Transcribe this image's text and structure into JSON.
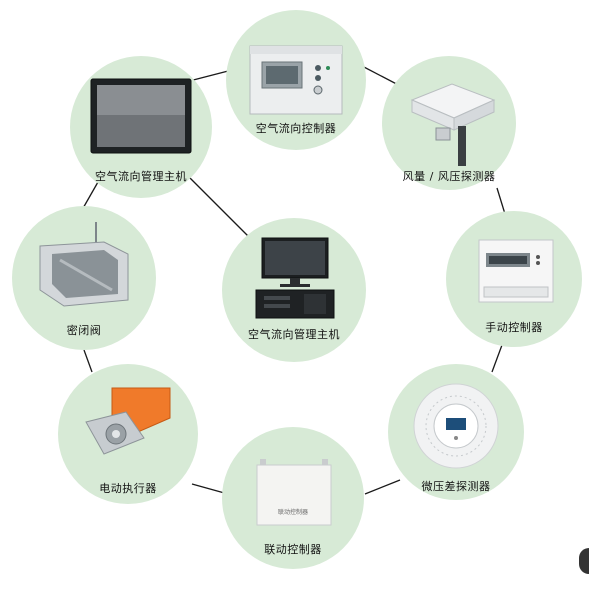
{
  "nodes": {
    "top": {
      "label": "空气流向控制器",
      "icon": "control-panel-icon"
    },
    "top_right": {
      "label": "风量 / 风压探测器",
      "icon": "airflow-sensor-icon"
    },
    "right": {
      "label": "手动控制器",
      "icon": "manual-controller-icon"
    },
    "bottom_right": {
      "label": "微压差探测器",
      "icon": "pressure-sensor-icon"
    },
    "bottom": {
      "label": "联动控制器",
      "sub_label": "联动控制器",
      "icon": "linkage-controller-icon"
    },
    "bottom_left": {
      "label": "电动执行器",
      "icon": "actuator-icon"
    },
    "left": {
      "label": "密闭阀",
      "icon": "sealed-valve-icon"
    },
    "top_left": {
      "label": "空气流向管理主机",
      "icon": "touch-panel-icon"
    },
    "center": {
      "label": "空气流向管理主机",
      "icon": "workstation-icon"
    }
  },
  "colors": {
    "node_fill": "#d7ead6",
    "link": "#1a1a1a",
    "accent": "#f07a2a"
  }
}
